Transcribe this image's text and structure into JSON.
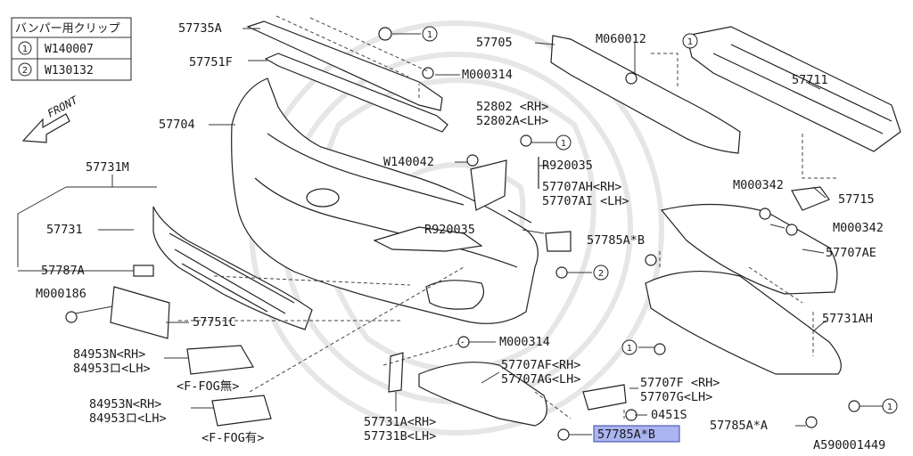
{
  "clip_table": {
    "title": "バンパー用クリップ",
    "rows": [
      {
        "num": "1",
        "code": "W140007"
      },
      {
        "num": "2",
        "code": "W130132"
      }
    ]
  },
  "front_label": "FRONT",
  "diagram_id": "A590001449",
  "highlight_color": "#aab4f0",
  "labels": {
    "p57735A": "57735A",
    "p57751F": "57751F",
    "p57704": "57704",
    "p57731M": "57731M",
    "p57731": "57731",
    "p57787A": "57787A",
    "pM000186": "M000186",
    "p57751C": "57751C",
    "p84953N_1": "84953N<RH>",
    "p84953O_1": "84953ロ<LH>",
    "fog_none": "<F-FOG無>",
    "p84953N_2": "84953N<RH>",
    "p84953O_2": "84953ロ<LH>",
    "fog_with": "<F-FOG有>",
    "pM000314a": "M000314",
    "p52802": "52802 <RH>",
    "p52802A": "52802A<LH>",
    "pW140042": "W140042",
    "pR920035a": "R920035",
    "pR920035b": "R920035",
    "p57707AH": "57707AH<RH>",
    "p57707AI": "57707AI <LH>",
    "p57705": "57705",
    "pM060012": "M060012",
    "p57711": "57711",
    "pM000342a": "M000342",
    "p57715": "57715",
    "pM000342b": "M000342",
    "p57785A_B1": "57785A*B",
    "p57707AE": "57707AE",
    "p57731AH": "57731AH",
    "pM000314b": "M000314",
    "p57707AF": "57707AF<RH>",
    "p57707AG": "57707AG<LH>",
    "p57707F": "57707F <RH>",
    "p57707G": "57707G<LH>",
    "p0451S": "0451S",
    "p57731A": "57731A<RH>",
    "p57731B": "57731B<LH>",
    "p57785A_B2": "57785A*B",
    "p57785A_A": "57785A*A"
  },
  "callouts": [
    "1",
    "1",
    "1",
    "1",
    "2",
    "1"
  ]
}
